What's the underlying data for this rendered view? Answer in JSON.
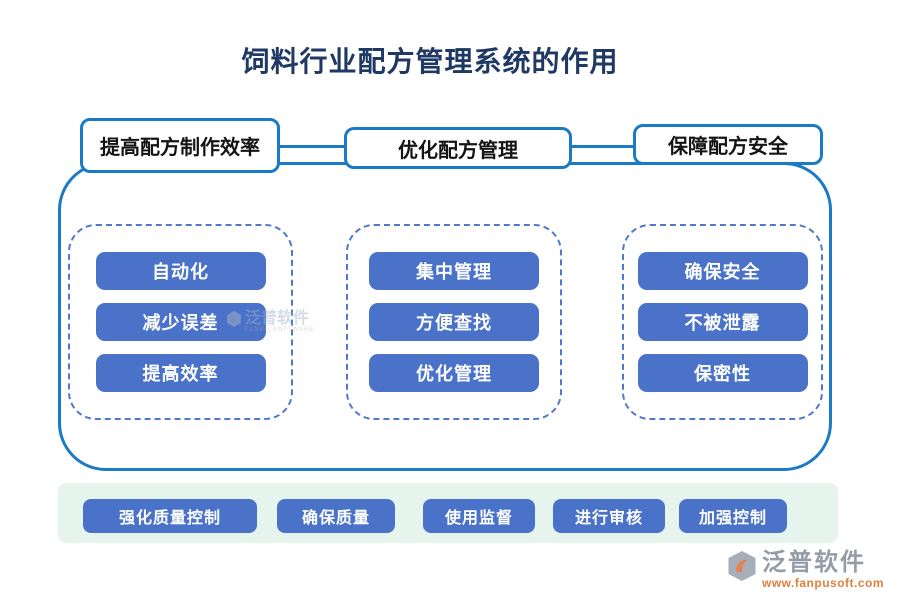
{
  "title": "饲料行业配方管理系统的作用",
  "colors": {
    "title_text": "#1F3864",
    "frame_border": "#1B7AC6",
    "dashed_border": "#5079CC",
    "button_fill": "#4A72C8",
    "button_text": "#ffffff",
    "bottom_bar_bg": "#E6F4EE",
    "logo_gray": "#949CA8",
    "logo_orange": "#DD8040"
  },
  "columns": [
    {
      "header": "提高配方制作效率",
      "items": [
        "自动化",
        "减少误差",
        "提高效率"
      ]
    },
    {
      "header": "优化配方管理",
      "items": [
        "集中管理",
        "方便查找",
        "优化管理"
      ]
    },
    {
      "header": "保障配方安全",
      "items": [
        "确保安全",
        "不被泄露",
        "保密性"
      ]
    }
  ],
  "bottom_bar": {
    "items": [
      "强化质量控制",
      "确保质量",
      "使用监督",
      "进行审核",
      "加强控制"
    ]
  },
  "watermark": {
    "text": "泛普软件",
    "subtext": "FANPU SOFTWARE"
  },
  "logo": {
    "name": "泛普软件",
    "url": "www.fanpusoft.com"
  }
}
